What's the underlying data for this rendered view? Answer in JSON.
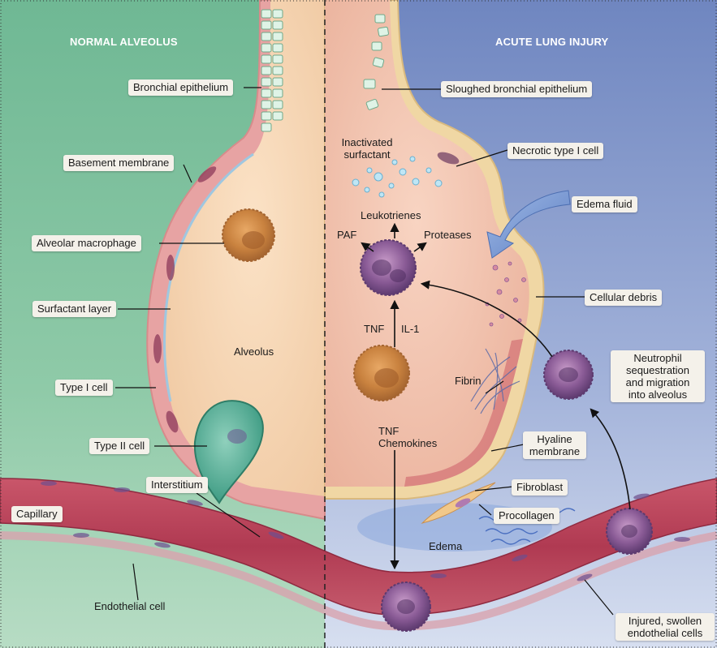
{
  "headers": {
    "left": "NORMAL ALVEOLUS",
    "right": "ACUTE LUNG INJURY"
  },
  "labels_left": {
    "bronchial_epithelium": "Bronchial epithelium",
    "basement_membrane": "Basement membrane",
    "alveolar_macrophage": "Alveolar macrophage",
    "surfactant_layer": "Surfactant layer",
    "type_i_cell": "Type I cell",
    "type_ii_cell": "Type II cell",
    "interstitium": "Interstitium",
    "capillary": "Capillary",
    "endothelial_cell": "Endothelial cell",
    "alveolus": "Alveolus"
  },
  "labels_right": {
    "sloughed_bronchial_epithelium": "Sloughed bronchial epithelium",
    "inactivated_surfactant_1": "Inactivated",
    "inactivated_surfactant_2": "surfactant",
    "necrotic_type_i_cell": "Necrotic type I cell",
    "edema_fluid": "Edema fluid",
    "leukotrienes": "Leukotrienes",
    "paf": "PAF",
    "proteases": "Proteases",
    "cellular_debris": "Cellular debris",
    "tnf_top": "TNF",
    "il_1": "IL-1",
    "neutrophil_1": "Neutrophil",
    "neutrophil_2": "sequestration",
    "neutrophil_3": "and migration",
    "neutrophil_4": "into alveolus",
    "fibrin": "Fibrin",
    "tnf_bottom": "TNF",
    "chemokines": "Chemokines",
    "hyaline_1": "Hyaline",
    "hyaline_2": "membrane",
    "fibroblast": "Fibroblast",
    "procollagen": "Procollagen",
    "edema": "Edema",
    "injured_1": "Injured, swollen",
    "injured_2": "endothelial cells"
  }
}
